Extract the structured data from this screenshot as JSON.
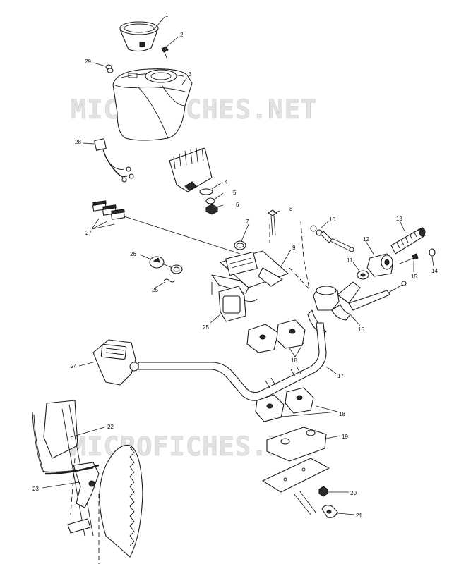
{
  "watermark": {
    "text": "MICROFICHES.NET"
  },
  "callouts": [
    {
      "id": "1",
      "label": "1"
    },
    {
      "id": "2",
      "label": "2"
    },
    {
      "id": "3",
      "label": "3"
    },
    {
      "id": "4",
      "label": "4"
    },
    {
      "id": "5",
      "label": "5"
    },
    {
      "id": "6",
      "label": "6"
    },
    {
      "id": "7",
      "label": "7"
    },
    {
      "id": "8",
      "label": "8"
    },
    {
      "id": "9",
      "label": "9"
    },
    {
      "id": "10",
      "label": "10"
    },
    {
      "id": "11",
      "label": "11"
    },
    {
      "id": "12",
      "label": "12"
    },
    {
      "id": "13",
      "label": "13"
    },
    {
      "id": "14",
      "label": "14"
    },
    {
      "id": "15",
      "label": "15"
    },
    {
      "id": "16",
      "label": "16"
    },
    {
      "id": "17",
      "label": "17"
    },
    {
      "id": "18a",
      "label": "18"
    },
    {
      "id": "18b",
      "label": "18"
    },
    {
      "id": "19",
      "label": "19"
    },
    {
      "id": "20",
      "label": "20"
    },
    {
      "id": "21",
      "label": "21"
    },
    {
      "id": "22",
      "label": "22"
    },
    {
      "id": "23",
      "label": "23"
    },
    {
      "id": "24",
      "label": "24"
    },
    {
      "id": "25a",
      "label": "25"
    },
    {
      "id": "25b",
      "label": "25"
    },
    {
      "id": "26",
      "label": "26"
    },
    {
      "id": "27",
      "label": "27"
    },
    {
      "id": "28",
      "label": "28"
    },
    {
      "id": "29",
      "label": "29"
    }
  ],
  "palette": {
    "line": "#1a1a1a",
    "fill": "#ffffff",
    "watermark": "#e2e2e2"
  }
}
